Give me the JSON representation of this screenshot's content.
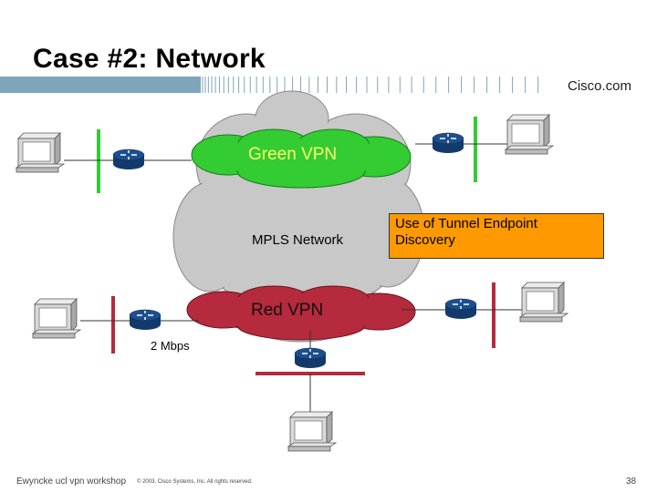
{
  "slide": {
    "title": "Case #2: Network",
    "brand": "Cisco.com",
    "footer_left": "Ewyncke ucl vpn workshop",
    "footer_center": "© 2003, Cisco Systems, Inc. All rights reserved.",
    "page_number": "38"
  },
  "diagram": {
    "green_vpn": "Green VPN",
    "red_vpn": "Red VPN",
    "mpls_network": "MPLS Network",
    "link_rate": "2 Mbps",
    "callout": "Use of Tunnel Endpoint Discovery"
  },
  "colors": {
    "green_vpn": "#33cc33",
    "red_vpn": "#b52a3c",
    "mpls_cloud": "#c8c8c8",
    "router": "#1d4f8f",
    "callout": "#ff9900",
    "band": "#7fa6b8"
  }
}
